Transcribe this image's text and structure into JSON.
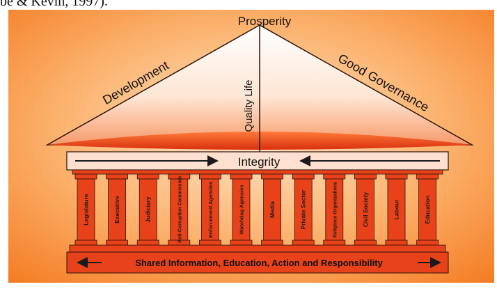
{
  "caption_fragment": "be & Kevin, 1997).",
  "roof": {
    "apex_label": "Prosperity",
    "left_slope_label": "Development",
    "right_slope_label": "Good Governance",
    "center_label": "Quality Life"
  },
  "beam_label": "Integrity",
  "pillars": [
    "Legislature",
    "Executive",
    "Judiciary",
    "Anti-Corruption Commission",
    "Enforcement Agencies",
    "Watchdog Agencies",
    "Media",
    "Private Sector",
    "Religious Organizations",
    "Civil Society",
    "Labour",
    "Education"
  ],
  "base_label": "Shared Information, Education, Action and Responsibility",
  "colors": {
    "background_outer": "#f47a20",
    "background_inner": "#ffe3c4",
    "structure_red": "#e8421a",
    "structure_dark": "#3a1a10",
    "roof_light": "#ffffff"
  }
}
